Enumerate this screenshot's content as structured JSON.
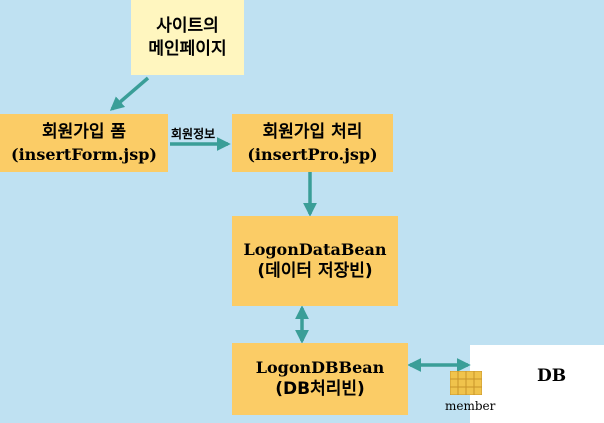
{
  "colors": {
    "background": "#bfe1f2",
    "main_page_box": "#fff6bf",
    "process_box": "#fbcc66",
    "arrow": "#3a9e98",
    "db_icon": "#f0c34c"
  },
  "nodes": {
    "main_page": {
      "line1": "사이트의",
      "line2": "메인페이지"
    },
    "insert_form": {
      "line1": "회원가입 폼",
      "line2": "(insertForm.jsp)"
    },
    "insert_pro": {
      "line1": "회원가입 처리",
      "line2": "(insertPro.jsp)"
    },
    "data_bean": {
      "line1": "LogonDataBean",
      "line2": "(데이터 저장빈)"
    },
    "db_bean": {
      "line1": "LogonDBBean",
      "line2": "(DB처리빈)"
    }
  },
  "edge_labels": {
    "member_info": "회원정보"
  },
  "db": {
    "label": "DB",
    "table_label": "member",
    "table_icon": "table-grid-icon"
  }
}
